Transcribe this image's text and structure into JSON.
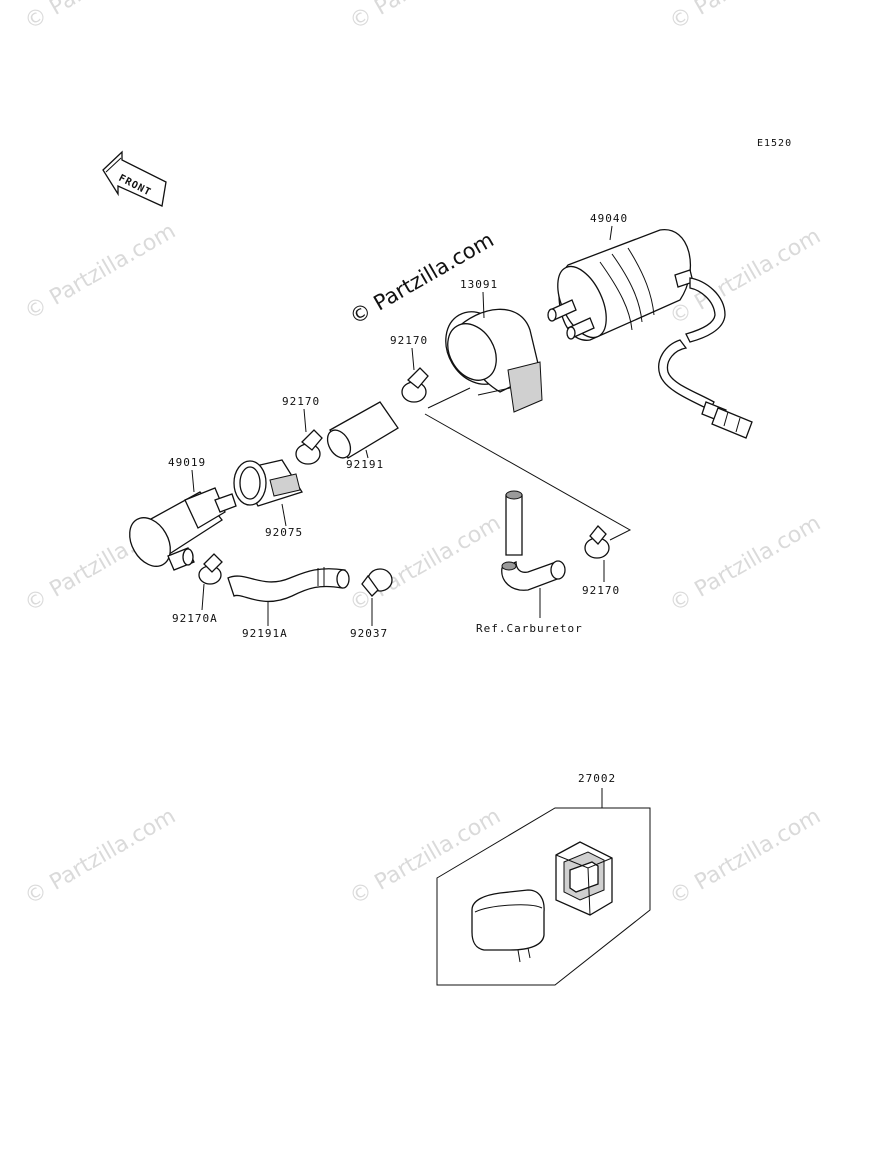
{
  "diagram": {
    "code": "E1520",
    "front_label": "FRONT",
    "watermark_text": "© Partzilla.com",
    "watermark_center": "© Partzilla.com",
    "parts": {
      "fuel_pump": "49040",
      "bracket": "13091",
      "clamp_upper": "92170",
      "clamp_mid": "92170",
      "clamp_right": "92170",
      "hose_short": "92191",
      "fuel_filter": "49019",
      "filter_holder": "92075",
      "clamp_a": "92170A",
      "hose_a": "92191A",
      "clamp_lower": "92037",
      "relay_kit": "27002"
    },
    "ref_carburetor": "Ref.Carburetor"
  }
}
